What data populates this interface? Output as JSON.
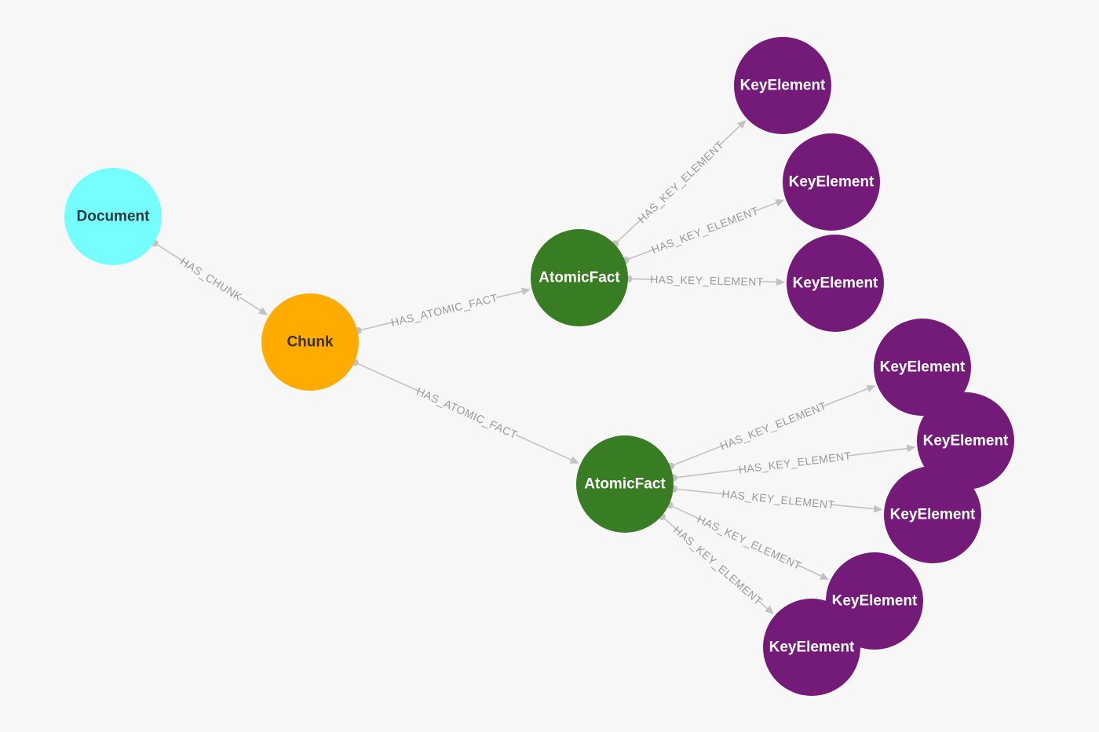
{
  "graph": {
    "node_types": {
      "document": {
        "label": "Document",
        "fill": "#76fdfd",
        "text_color": "#2a3a3a"
      },
      "chunk": {
        "label": "Chunk",
        "fill": "#ffab00",
        "text_color": "#3d3000"
      },
      "atomic_fact": {
        "label": "AtomicFact",
        "fill": "#387d23",
        "text_color": "#ffffff"
      },
      "key_element": {
        "label": "KeyElement",
        "fill": "#741a78",
        "text_color": "#ffffff"
      }
    },
    "nodes": [
      {
        "id": "document",
        "type": "document"
      },
      {
        "id": "chunk",
        "type": "chunk"
      },
      {
        "id": "fact-1",
        "type": "atomic_fact"
      },
      {
        "id": "fact-2",
        "type": "atomic_fact"
      },
      {
        "id": "key-1",
        "type": "key_element"
      },
      {
        "id": "key-2",
        "type": "key_element"
      },
      {
        "id": "key-3",
        "type": "key_element"
      },
      {
        "id": "key-4",
        "type": "key_element"
      },
      {
        "id": "key-5",
        "type": "key_element"
      },
      {
        "id": "key-6",
        "type": "key_element"
      },
      {
        "id": "key-7",
        "type": "key_element"
      },
      {
        "id": "key-8",
        "type": "key_element"
      }
    ],
    "edges": [
      {
        "id": "e1",
        "from": "document",
        "to": "chunk",
        "label": "HAS_CHUNK"
      },
      {
        "id": "e2",
        "from": "chunk",
        "to": "fact-1",
        "label": "HAS_ATOMIC_FACT"
      },
      {
        "id": "e3",
        "from": "chunk",
        "to": "fact-2",
        "label": "HAS_ATOMIC_FACT"
      },
      {
        "id": "e4",
        "from": "fact-1",
        "to": "key-1",
        "label": "HAS_KEY_ELEMENT"
      },
      {
        "id": "e5",
        "from": "fact-1",
        "to": "key-2",
        "label": "HAS_KEY_ELEMENT"
      },
      {
        "id": "e6",
        "from": "fact-1",
        "to": "key-3",
        "label": "HAS_KEY_ELEMENT"
      },
      {
        "id": "e7",
        "from": "fact-2",
        "to": "key-4",
        "label": "HAS_KEY_ELEMENT"
      },
      {
        "id": "e8",
        "from": "fact-2",
        "to": "key-5",
        "label": "HAS_KEY_ELEMENT"
      },
      {
        "id": "e9",
        "from": "fact-2",
        "to": "key-6",
        "label": "HAS_KEY_ELEMENT"
      },
      {
        "id": "e10",
        "from": "fact-2",
        "to": "key-7",
        "label": "HAS_KEY_ELEMENT"
      },
      {
        "id": "e11",
        "from": "fact-2",
        "to": "key-8",
        "label": "HAS_KEY_ELEMENT"
      }
    ]
  }
}
